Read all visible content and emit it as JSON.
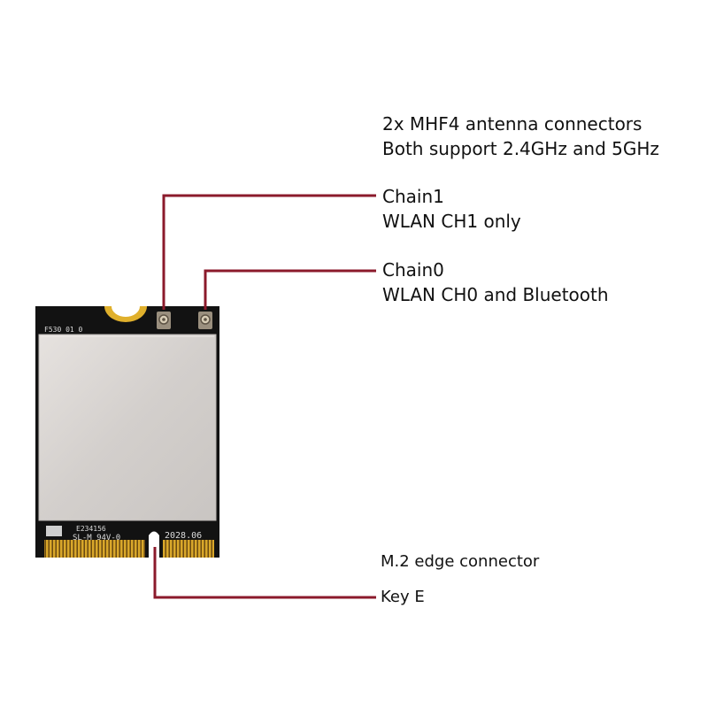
{
  "heading": {
    "line1": "2x MHF4 antenna connectors",
    "line2": "Both support 2.4GHz and 5GHz"
  },
  "chain1": {
    "title": "Chain1",
    "desc": "WLAN CH1 only"
  },
  "chain0": {
    "title": "Chain0",
    "desc": "WLAN CH0 and Bluetooth"
  },
  "edge": {
    "label": "M.2 edge connector",
    "key": "Key E"
  },
  "card_markings": {
    "top_left": "F530 01 0",
    "line1": "E234156",
    "line2": "SL-M 94V-0",
    "date": "2028.06"
  },
  "colors": {
    "leader_line": "#8b1a2b",
    "pcb": "#111111",
    "shield": "#d6d2cf",
    "gold": "#d9a72a"
  }
}
